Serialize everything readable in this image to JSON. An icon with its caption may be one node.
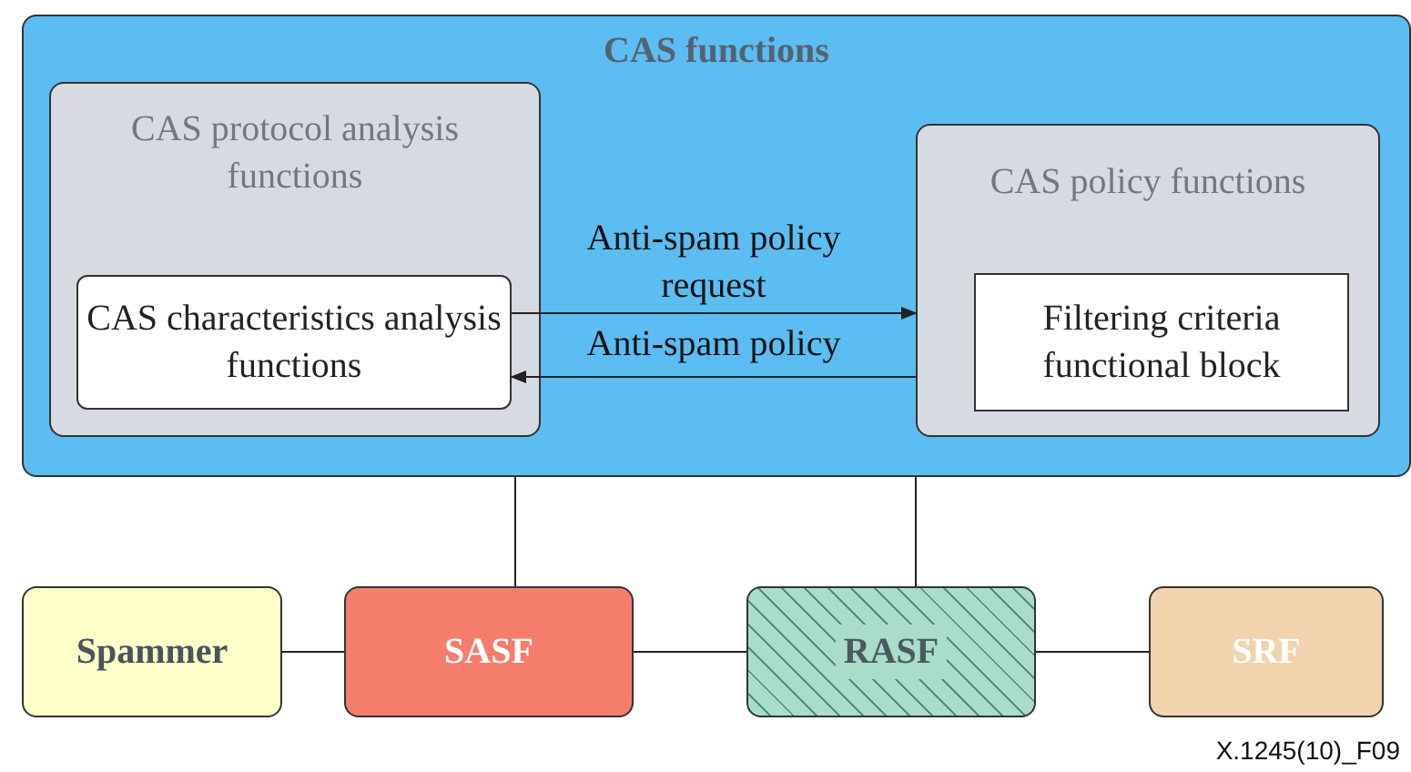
{
  "diagram": {
    "nodes": [
      {
        "text": [
          "CAS functions"
        ]
      },
      {
        "text": [
          "CAS protocol analysis functions"
        ],
        "in": 0
      },
      {
        "text": [
          "CAS characteristics analysis functions"
        ],
        "in": 1
      },
      {
        "text": [
          "CAS policy functions"
        ],
        "in": 0
      },
      {
        "text": [
          "Filtering criteria functional block"
        ],
        "in": 3
      },
      {
        "text": [
          "Spammer"
        ]
      },
      {
        "text": [
          "SASF"
        ]
      },
      {
        "text": [
          "RASF"
        ]
      },
      {
        "text": [
          "SRF"
        ]
      }
    ],
    "edges": [
      {
        "from": 2,
        "to": 3,
        "arrow": "to",
        "label": "Anti-spam policy request"
      },
      {
        "from": 3,
        "to": 2,
        "arrow": "to",
        "label": "Anti-spam policy"
      },
      {
        "from": 0,
        "to": 6,
        "arrow": "none"
      },
      {
        "from": 0,
        "to": 7,
        "arrow": "none"
      },
      {
        "from": 5,
        "to": 6,
        "arrow": "none"
      },
      {
        "from": 6,
        "to": 7,
        "arrow": "none"
      },
      {
        "from": 7,
        "to": 8,
        "arrow": "none"
      }
    ],
    "labels": [
      "X.1245(10)_F09"
    ]
  }
}
